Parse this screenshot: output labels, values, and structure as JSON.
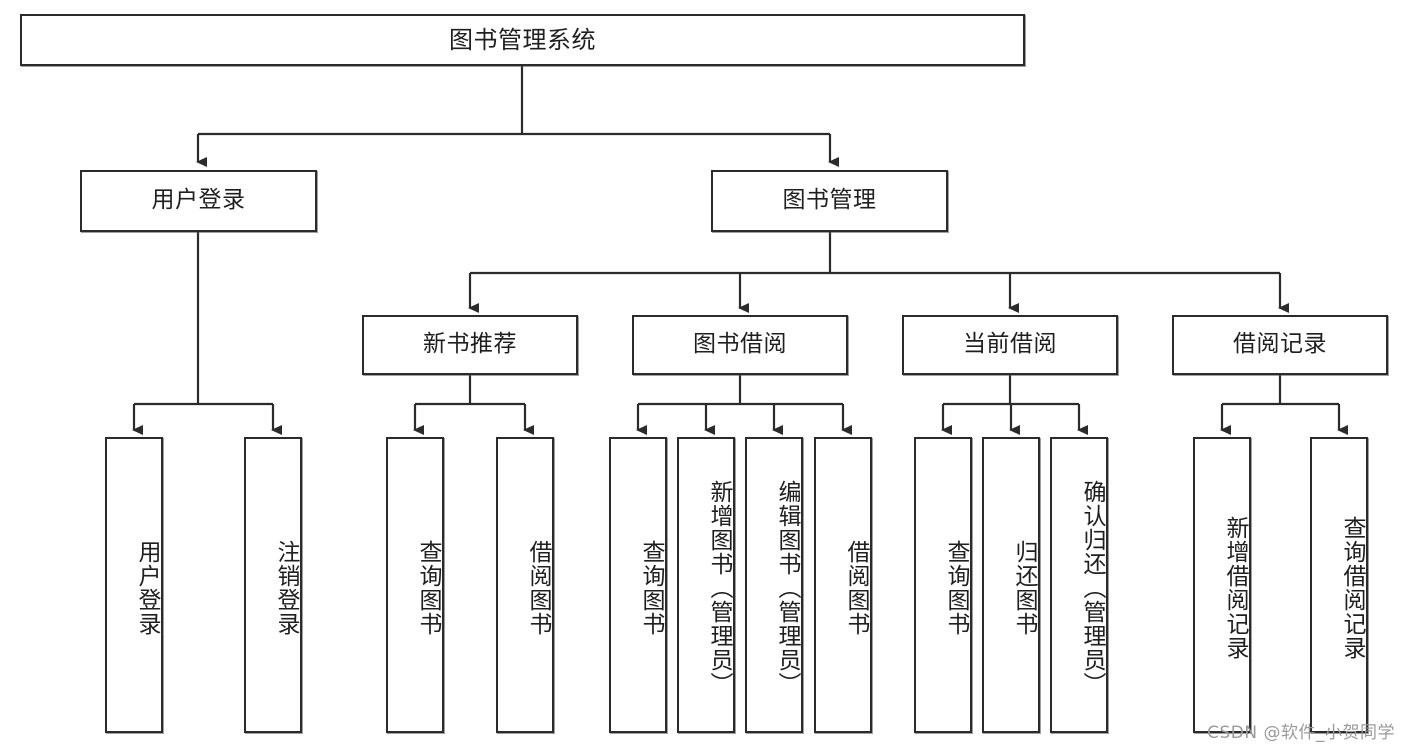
{
  "diagram": {
    "type": "tree-hierarchy",
    "root": {
      "id": "root",
      "label": "图书管理系统"
    },
    "level1": [
      {
        "id": "user-login",
        "label": "用户登录"
      },
      {
        "id": "book-manage",
        "label": "图书管理"
      }
    ],
    "level2": [
      {
        "id": "new-book-recommend",
        "label": "新书推荐",
        "parent": "book-manage"
      },
      {
        "id": "book-borrow",
        "label": "图书借阅",
        "parent": "book-manage"
      },
      {
        "id": "current-borrow",
        "label": "当前借阅",
        "parent": "book-manage"
      },
      {
        "id": "borrow-record",
        "label": "借阅记录",
        "parent": "book-manage"
      }
    ],
    "leaves": [
      {
        "id": "leaf-user-login",
        "label": "用户登录",
        "parent": "user-login"
      },
      {
        "id": "leaf-user-logout",
        "label": "注销登录",
        "parent": "user-login"
      },
      {
        "id": "leaf-query-book-1",
        "label": "查询图书",
        "parent": "new-book-recommend"
      },
      {
        "id": "leaf-borrow-book-1",
        "label": "借阅图书",
        "parent": "new-book-recommend"
      },
      {
        "id": "leaf-query-book-2",
        "label": "查询图书",
        "parent": "book-borrow"
      },
      {
        "id": "leaf-add-book",
        "label": "新增图书（管理员）",
        "parent": "book-borrow"
      },
      {
        "id": "leaf-edit-book",
        "label": "编辑图书（管理员）",
        "parent": "book-borrow"
      },
      {
        "id": "leaf-borrow-book-2",
        "label": "借阅图书",
        "parent": "book-borrow"
      },
      {
        "id": "leaf-query-book-3",
        "label": "查询图书",
        "parent": "current-borrow"
      },
      {
        "id": "leaf-return-book",
        "label": "归还图书",
        "parent": "current-borrow"
      },
      {
        "id": "leaf-confirm-return",
        "label": "确认归还（管理员）",
        "parent": "current-borrow"
      },
      {
        "id": "leaf-add-record",
        "label": "新增借阅记录",
        "parent": "borrow-record"
      },
      {
        "id": "leaf-query-record",
        "label": "查询借阅记录",
        "parent": "borrow-record"
      }
    ]
  },
  "watermark": {
    "text": "CSDN @软件_小贺同学"
  },
  "colors": {
    "box_border": "#2b2b2b",
    "box_fill": "#ffffff",
    "text": "#1f1f1f",
    "line": "#2b2b2b",
    "watermark": "#9a9a9a",
    "background": "#ffffff"
  }
}
